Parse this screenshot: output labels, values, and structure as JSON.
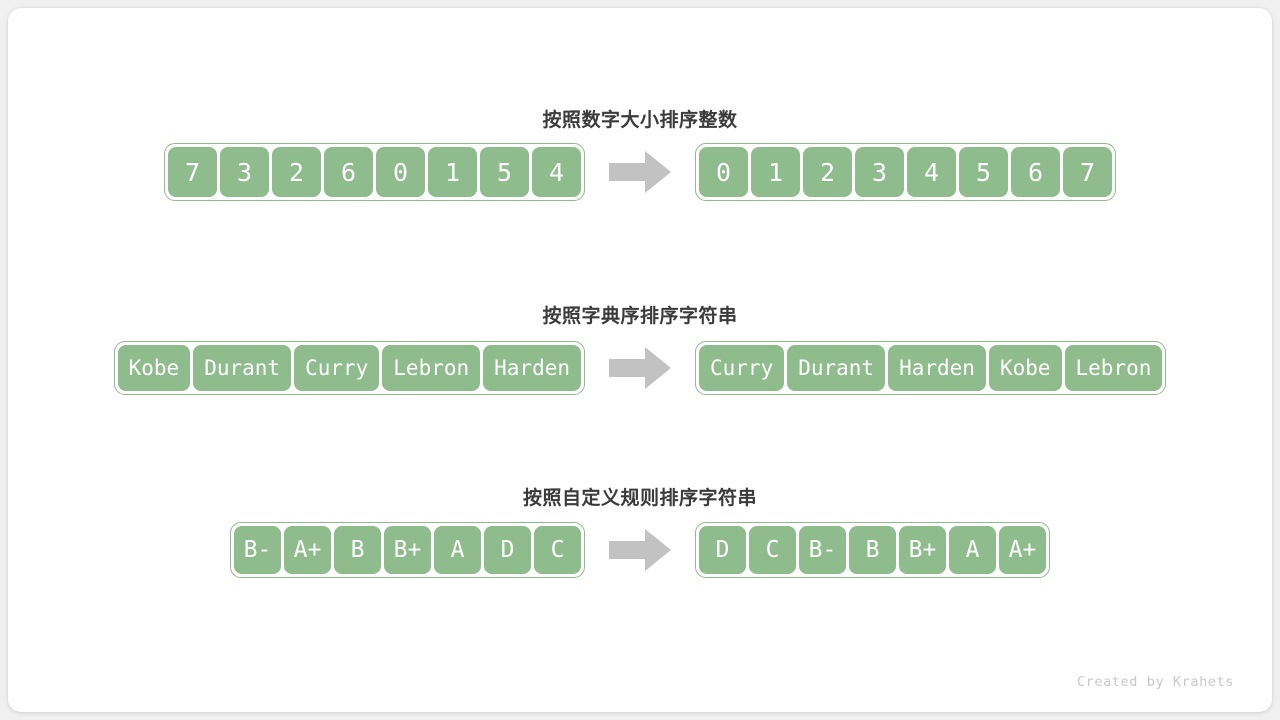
{
  "figure": {
    "title_color": "#3b3b3b",
    "cell_color": "#8fbc8c",
    "arrow_color": "#c2c2c2",
    "card_color": "#ffffff",
    "background_color": "#f0f0f0",
    "footer": "Created by Krahets"
  },
  "rows": [
    {
      "title": "按照数字大小排序整数",
      "before": [
        "7",
        "3",
        "2",
        "6",
        "0",
        "1",
        "5",
        "4"
      ],
      "after": [
        "0",
        "1",
        "2",
        "3",
        "4",
        "5",
        "6",
        "7"
      ]
    },
    {
      "title": "按照字典序排序字符串",
      "before": [
        "Kobe",
        "Durant",
        "Curry",
        "Lebron",
        "Harden"
      ],
      "after": [
        "Curry",
        "Durant",
        "Harden",
        "Kobe",
        "Lebron"
      ]
    },
    {
      "title": "按照自定义规则排序字符串",
      "before": [
        "B-",
        "A+",
        "B",
        "B+",
        "A",
        "D",
        "C"
      ],
      "after": [
        "D",
        "C",
        "B-",
        "B",
        "B+",
        "A",
        "A+"
      ]
    }
  ]
}
